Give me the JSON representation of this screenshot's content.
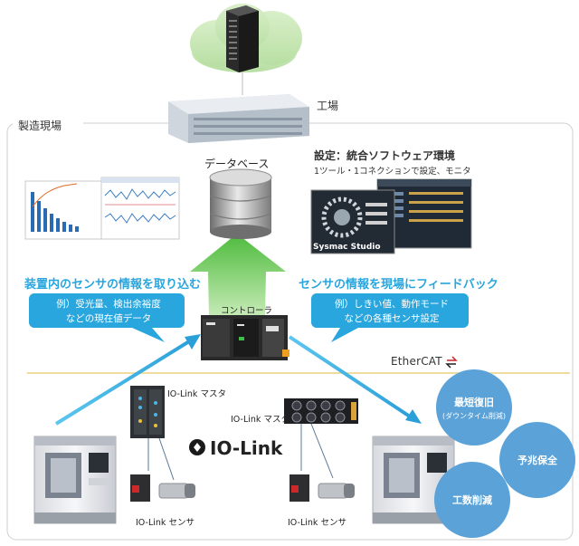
{
  "labels": {
    "factory": "工場",
    "site": "製造現場",
    "database": "データベース",
    "settings_title": "設定：統合ソフトウェア環境",
    "settings_sub": "1ツール・1コネクションで設定、モニタ",
    "software_name": "Sysmac Studio",
    "left_heading": "装置内のセンサの情報を取り込む",
    "left_bubble_line1": "例）受光量、検出余裕度",
    "left_bubble_line2": "などの現在値データ",
    "right_heading": "センサの情報を現場にフィードバック",
    "right_bubble_line1": "例）しきい値、動作モード",
    "right_bubble_line2": "などの各種センサ設定",
    "controller": "コントローラ",
    "ethercat": "EtherCAT",
    "io_link_master_1": "IO-Link マスタ",
    "io_link_master_2": "IO-Link マスタ",
    "io_link_logo": "IO-Link",
    "io_link_sensor_1": "IO-Link センサ",
    "io_link_sensor_2": "IO-Link センサ"
  },
  "benefits": {
    "recovery_title": "最短復旧",
    "recovery_sub": "(ダウンタイム削減)",
    "predictive": "予兆保全",
    "man_hours": "工数削減"
  },
  "colors": {
    "accent_blue": "#29a6de",
    "benefit_circle": "#5aa2d8",
    "arrow_green": "#5ec24a",
    "ethercat_line": "#f0dca0"
  }
}
